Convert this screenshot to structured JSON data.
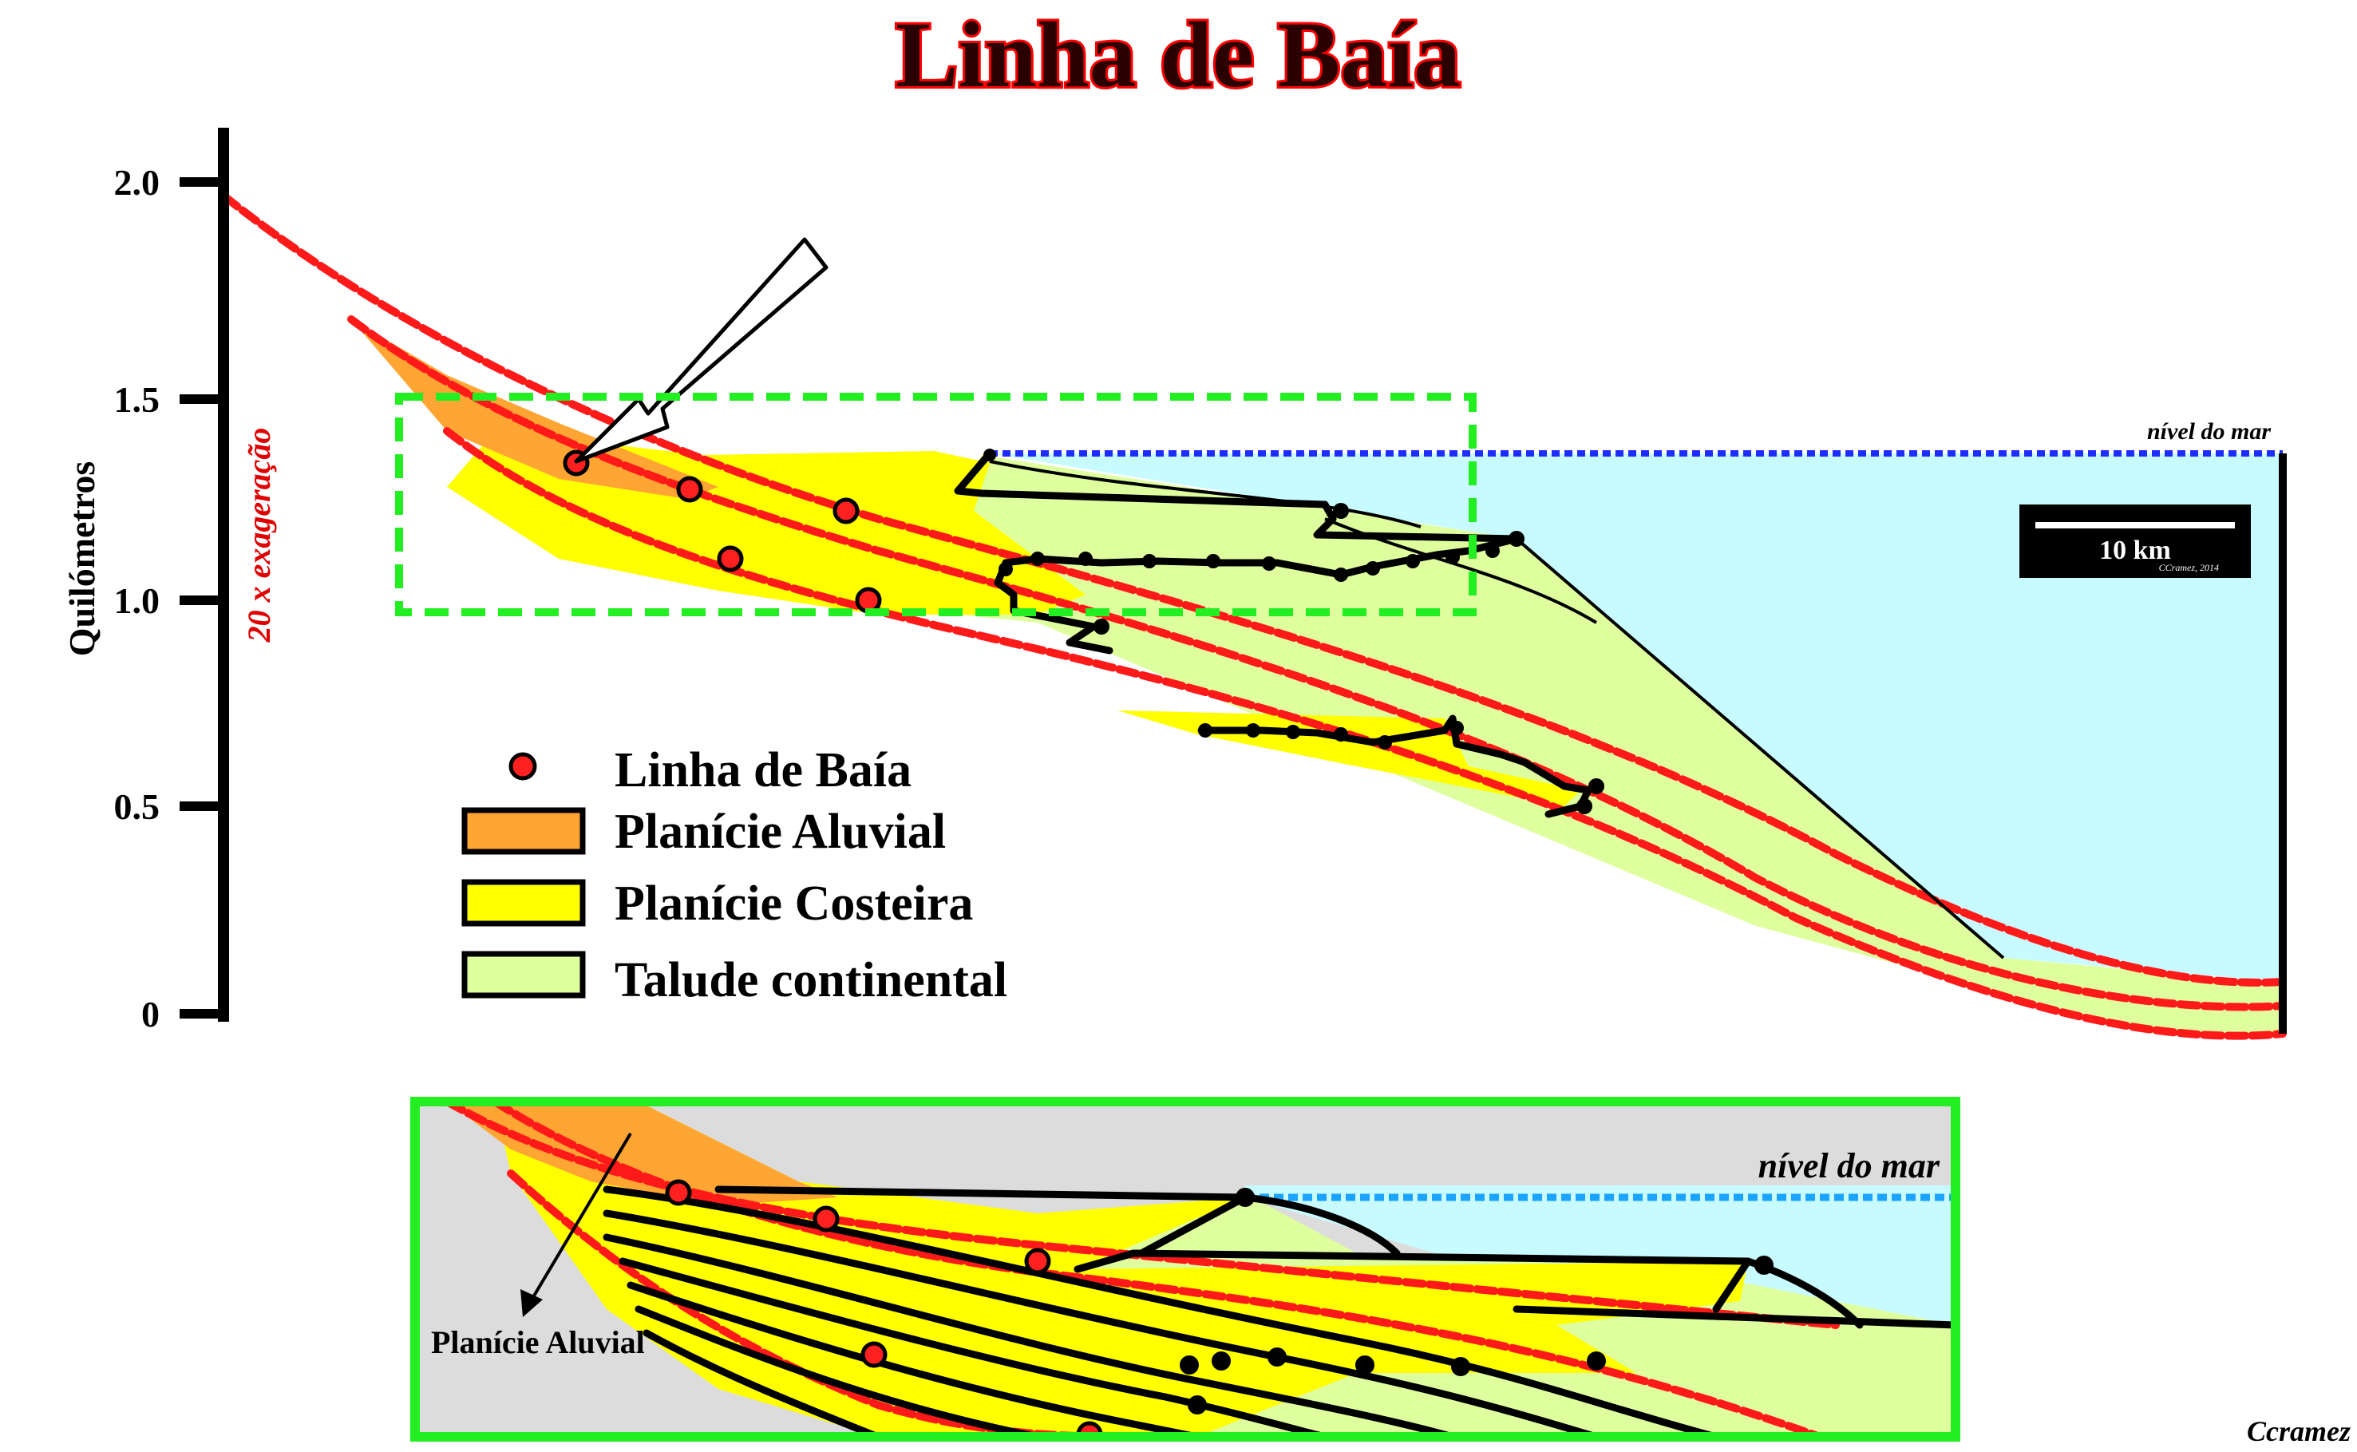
{
  "title": "Linha de Baía",
  "y_axis": {
    "label": "Quilómetros",
    "ticks": [
      "2.0",
      "1.5",
      "1.0",
      "0.5",
      "0"
    ],
    "exaggeration": "20 x exageração"
  },
  "sea_level_label": "nível do mar",
  "scale_bar": {
    "label": "10 km",
    "credit": "CCramez, 2014"
  },
  "legend": [
    {
      "label": "Linha de Baía",
      "color": "#ff2020"
    },
    {
      "label": "Planície Aluvial",
      "color": "#ffa533"
    },
    {
      "label": "Planície Costeira",
      "color": "#ffff00"
    },
    {
      "label": "Talude continental",
      "color": "#dfff9f"
    }
  ],
  "colors": {
    "sea": "#c8fbff",
    "alluvial": "#ffa533",
    "coastal": "#ffff00",
    "slope": "#dfff9f",
    "bayline": "#ff2020",
    "highlight": "#22ee22"
  },
  "inset": {
    "sea_level_label": "nível do mar",
    "alluvial_label": "Planície Aluvial"
  },
  "credit": "Ccramez"
}
